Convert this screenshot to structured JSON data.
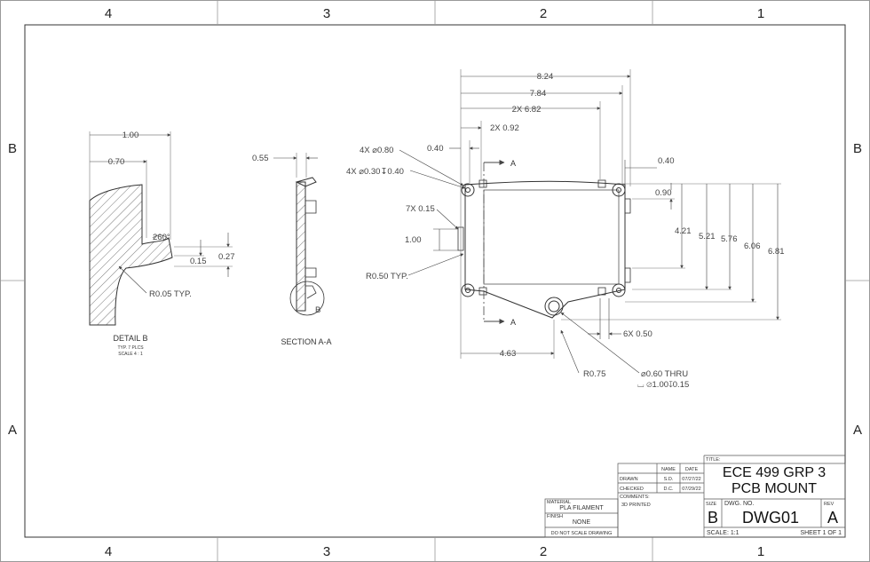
{
  "zones": {
    "cols": [
      "4",
      "3",
      "2",
      "1"
    ],
    "rows": [
      "B",
      "A"
    ]
  },
  "detail_b": {
    "title": "DETAIL B",
    "sub1": "TYP. 7 PLCS",
    "sub2": "SCALE 4 : 1",
    "dims": {
      "w100": "1.00",
      "w070": "0.70",
      "ang": "260°",
      "d015": "0.15",
      "d027": "0.27",
      "r005": "R0.05 TYP."
    }
  },
  "section_aa": {
    "title": "SECTION A-A",
    "d055": "0.55",
    "b": "B"
  },
  "main_view": {
    "dims": {
      "d824": "8.24",
      "d784": "7.84",
      "d682": "2X 6.82",
      "d092": "2X 0.92",
      "h080": "4X ⌀0.80",
      "h030": "4X ⌀0.30↧0.40",
      "d040": "0.40",
      "d040r": "0.40",
      "d090": "0.90",
      "d015": "7X 0.15",
      "d100": "1.00",
      "r050": "R0.50 TYP.",
      "v421": "4.21",
      "v521": "5.21",
      "v576": "5.76",
      "v606": "6.06",
      "v681": "6.81",
      "d050": "6X 0.50",
      "d463": "4.63",
      "r075": "R0.75",
      "thru": "⌀0.60 THRU",
      "cbore": "⌴ ⌀1.00↧0.15",
      "a1": "A",
      "a2": "A"
    }
  },
  "title_block": {
    "title_label": "TITLE:",
    "title1": "ECE 499 GRP 3",
    "title2": "PCB MOUNT",
    "name_h": "NAME",
    "date_h": "DATE",
    "drawn": "DRAWN",
    "drawn_name": "S.D.",
    "drawn_date": "07/27/22",
    "checked": "CHECKED",
    "checked_name": "D.C.",
    "checked_date": "07/29/22",
    "comments": "COMMENTS:",
    "comments_val": "3D PRINTED",
    "material": "MATERIAL",
    "material_val": "PLA FILAMENT",
    "finish": "FINISH",
    "finish_val": "NONE",
    "dnsd": "DO NOT SCALE DRAWING",
    "size_l": "SIZE",
    "size": "B",
    "dwg_l": "DWG.  NO.",
    "dwg": "DWG01",
    "rev_l": "REV",
    "rev": "A",
    "scale": "SCALE: 1:1",
    "sheet": "SHEET 1 OF 1"
  }
}
